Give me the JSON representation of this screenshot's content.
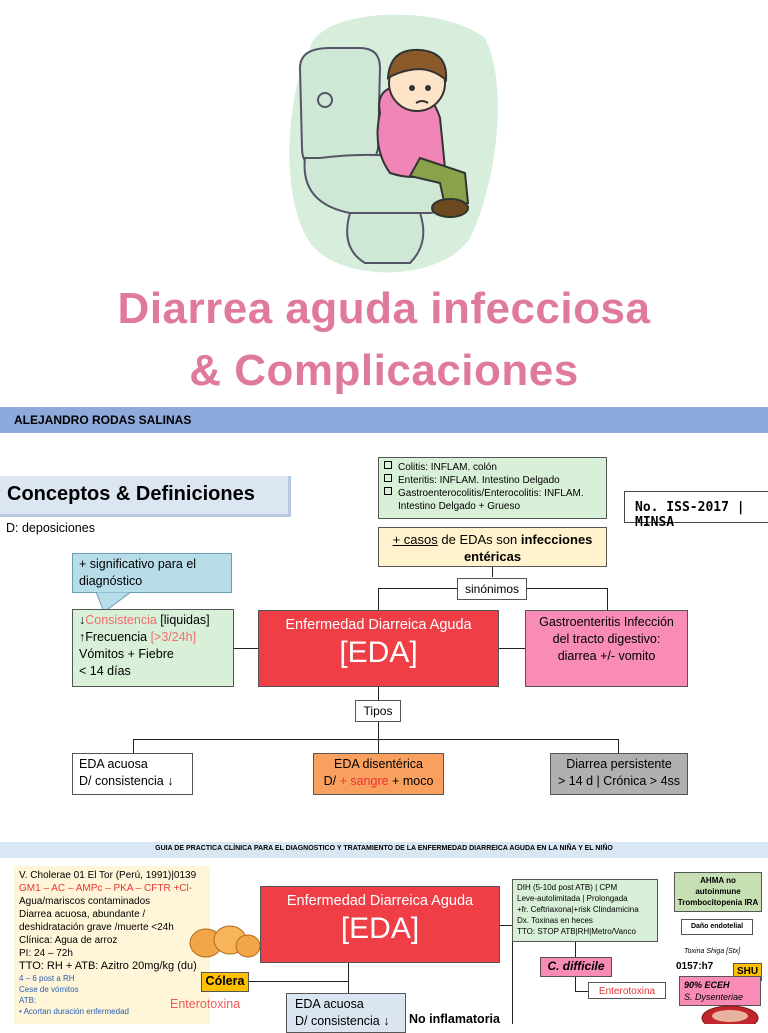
{
  "hero": {
    "title_line1": "Diarrea aguda infecciosa",
    "title_line2": "& Complicaciones"
  },
  "author": "ALEJANDRO RODAS SALINAS",
  "section1": {
    "heading": "Conceptos & Definiciones",
    "d_note": "D: deposiciones",
    "stamp": "No. ISS-2017 | MINSA",
    "colitis_list": [
      "Colitis: INFLAM. colón",
      "Enteritis: INFLAM. Intestino Delgado",
      "Gastroenterocolitis/Enterocolitis: INFLAM. Intestino Delgado + Grueso"
    ],
    "callout": "+ significativo para el diagnóstico",
    "casos_prefix": "+ casos",
    "casos_mid": " de EDAs son ",
    "casos_bold": "infecciones entéricas",
    "sinonimos": "sinónimos",
    "tipos": "Tipos",
    "criteria": {
      "c1_label": "Consistencia",
      "c1_val": " [liquidas]",
      "c2_label": "Frecuencia",
      "c2_val": " [>3/24h]",
      "c3": "Vómitos + Fiebre",
      "c4": "< 14 días"
    },
    "eda_title": "Enfermedad Diarreica Aguda",
    "eda_abbr": "[EDA]",
    "gastro": "Gastroenteritis Infección del tracto digestivo: diarrea +/- vomito",
    "types": [
      {
        "title": "EDA acuosa",
        "desc": "D/ consistencia ↓"
      },
      {
        "title": "EDA disentérica",
        "desc_pre": "D/ ",
        "desc_red": "+ sangre",
        "desc_post": " + moco"
      },
      {
        "title": "Diarrea persistente",
        "desc": "> 14 d | Crónica > 4ss"
      }
    ]
  },
  "section2": {
    "guide_title": "GUIA DE PRACTICA CLÍNICA PARA EL DIAGNOSTICO Y TRATAMIENTO DE LA ENFERMEDAD DIARREICA AGUDA EN LA NIÑA Y EL NIÑO",
    "cholera_notes": [
      "V. Cholerae 01 El Tor (Perú, 1991)|0139",
      "GM1 – AC – AMPc – PKA – CFTR +Cl-",
      "Agua/mariscos contaminados",
      "Diarrea acuosa, abundante /",
      "deshidratación grave /muerte <24h",
      "Clínica: Agua de arroz",
      "PI: 24 – 72h",
      "TTO: RH + ATB: Azitro 20mg/kg (du)",
      "4 – 6 post a RH",
      "Cese de vómitos",
      "ATB:",
      "• Acortan duración enfermedad"
    ],
    "colera": "Cólera",
    "enterotoxina": "Enterotoxina",
    "eda_title": "Enfermedad Diarreica Aguda",
    "eda_abbr": "[EDA]",
    "acuosa": "EDA acuosa",
    "acuosa_desc": "D/ consistencia ↓",
    "no_inflam": "No inflamatoria",
    "cdiff_notes": [
      "DIH (5-10d post ATB) | CPM",
      "Leve-autolimitada | Prolongada",
      "+fr. Ceftriaxona|+risk Clindamicina",
      "Dx. Toxinas en heces",
      "TTO: STOP ATB|RH|Metro/Vanco"
    ],
    "cdiff": "C. difficile",
    "cdiff_toxin": "Enterotoxina",
    "ahma": "AHMA no autoinmune Trombocitopenia IRA",
    "dano": "Daño endotelial",
    "shiga": "Toxina Shiga [Stx]",
    "o157": "0157:h7",
    "shu": "SHU",
    "eceh": "90% ECEH",
    "shig": "S. Dysenteriae"
  },
  "colors": {
    "title_pink": "#e07a9a",
    "author_bar": "#8ea9db",
    "eda_red": "#ef3e46",
    "gastro_pink": "#f98bb7",
    "green_box": "#d8f0d8",
    "yellow_box": "#fff2cc"
  }
}
